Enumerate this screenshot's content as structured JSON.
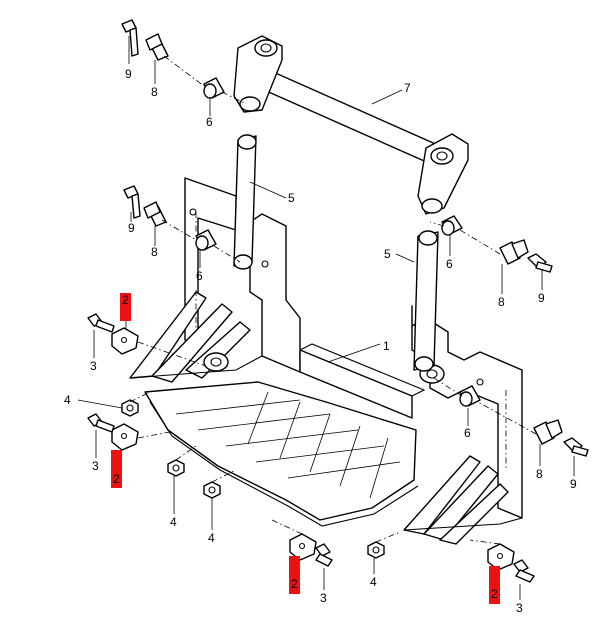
{
  "diagram": {
    "callouts": {
      "c1": "1",
      "c2a": "2",
      "c2b": "2",
      "c2c": "2",
      "c2d": "2",
      "c3a": "3",
      "c3b": "3",
      "c3c": "3",
      "c3d": "3",
      "c4a": "4",
      "c4b": "4",
      "c4c": "4",
      "c4d": "4",
      "c5a": "5",
      "c5b": "5",
      "c6a": "6",
      "c6b": "6",
      "c6c": "6",
      "c6d": "6",
      "c7": "7",
      "c8a": "8",
      "c8b": "8",
      "c8c": "8",
      "c8d": "8",
      "c9a": "9",
      "c9b": "9",
      "c9c": "9",
      "c9d": "9"
    },
    "highlight_color": "#ee1111"
  }
}
